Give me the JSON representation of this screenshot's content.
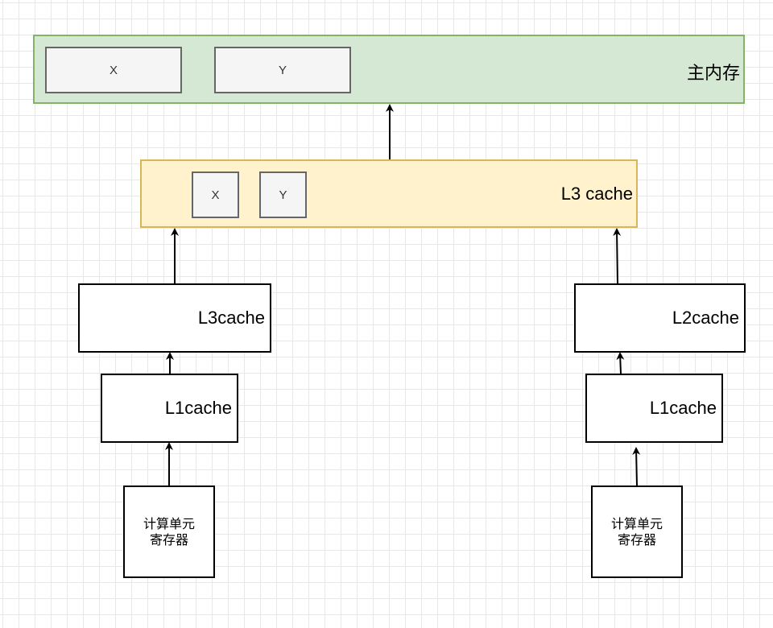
{
  "main_memory": {
    "label": "主内存",
    "cells": [
      "X",
      "Y"
    ]
  },
  "l3_shared": {
    "label": "L3 cache",
    "cells": [
      "X",
      "Y"
    ]
  },
  "core_left": {
    "level2_label": "L3cache",
    "level1_label": "L1cache",
    "register_line1": "计算单元",
    "register_line2": "寄存器"
  },
  "core_right": {
    "level2_label": "L2cache",
    "level1_label": "L1cache",
    "register_line1": "计算单元",
    "register_line2": "寄存器"
  },
  "colors": {
    "main_memory_fill": "#d5e8d4",
    "main_memory_stroke": "#82b366",
    "l3_fill": "#fff2cc",
    "l3_stroke": "#d6b656",
    "cell_fill": "#f5f5f5",
    "cell_stroke": "#666666"
  }
}
